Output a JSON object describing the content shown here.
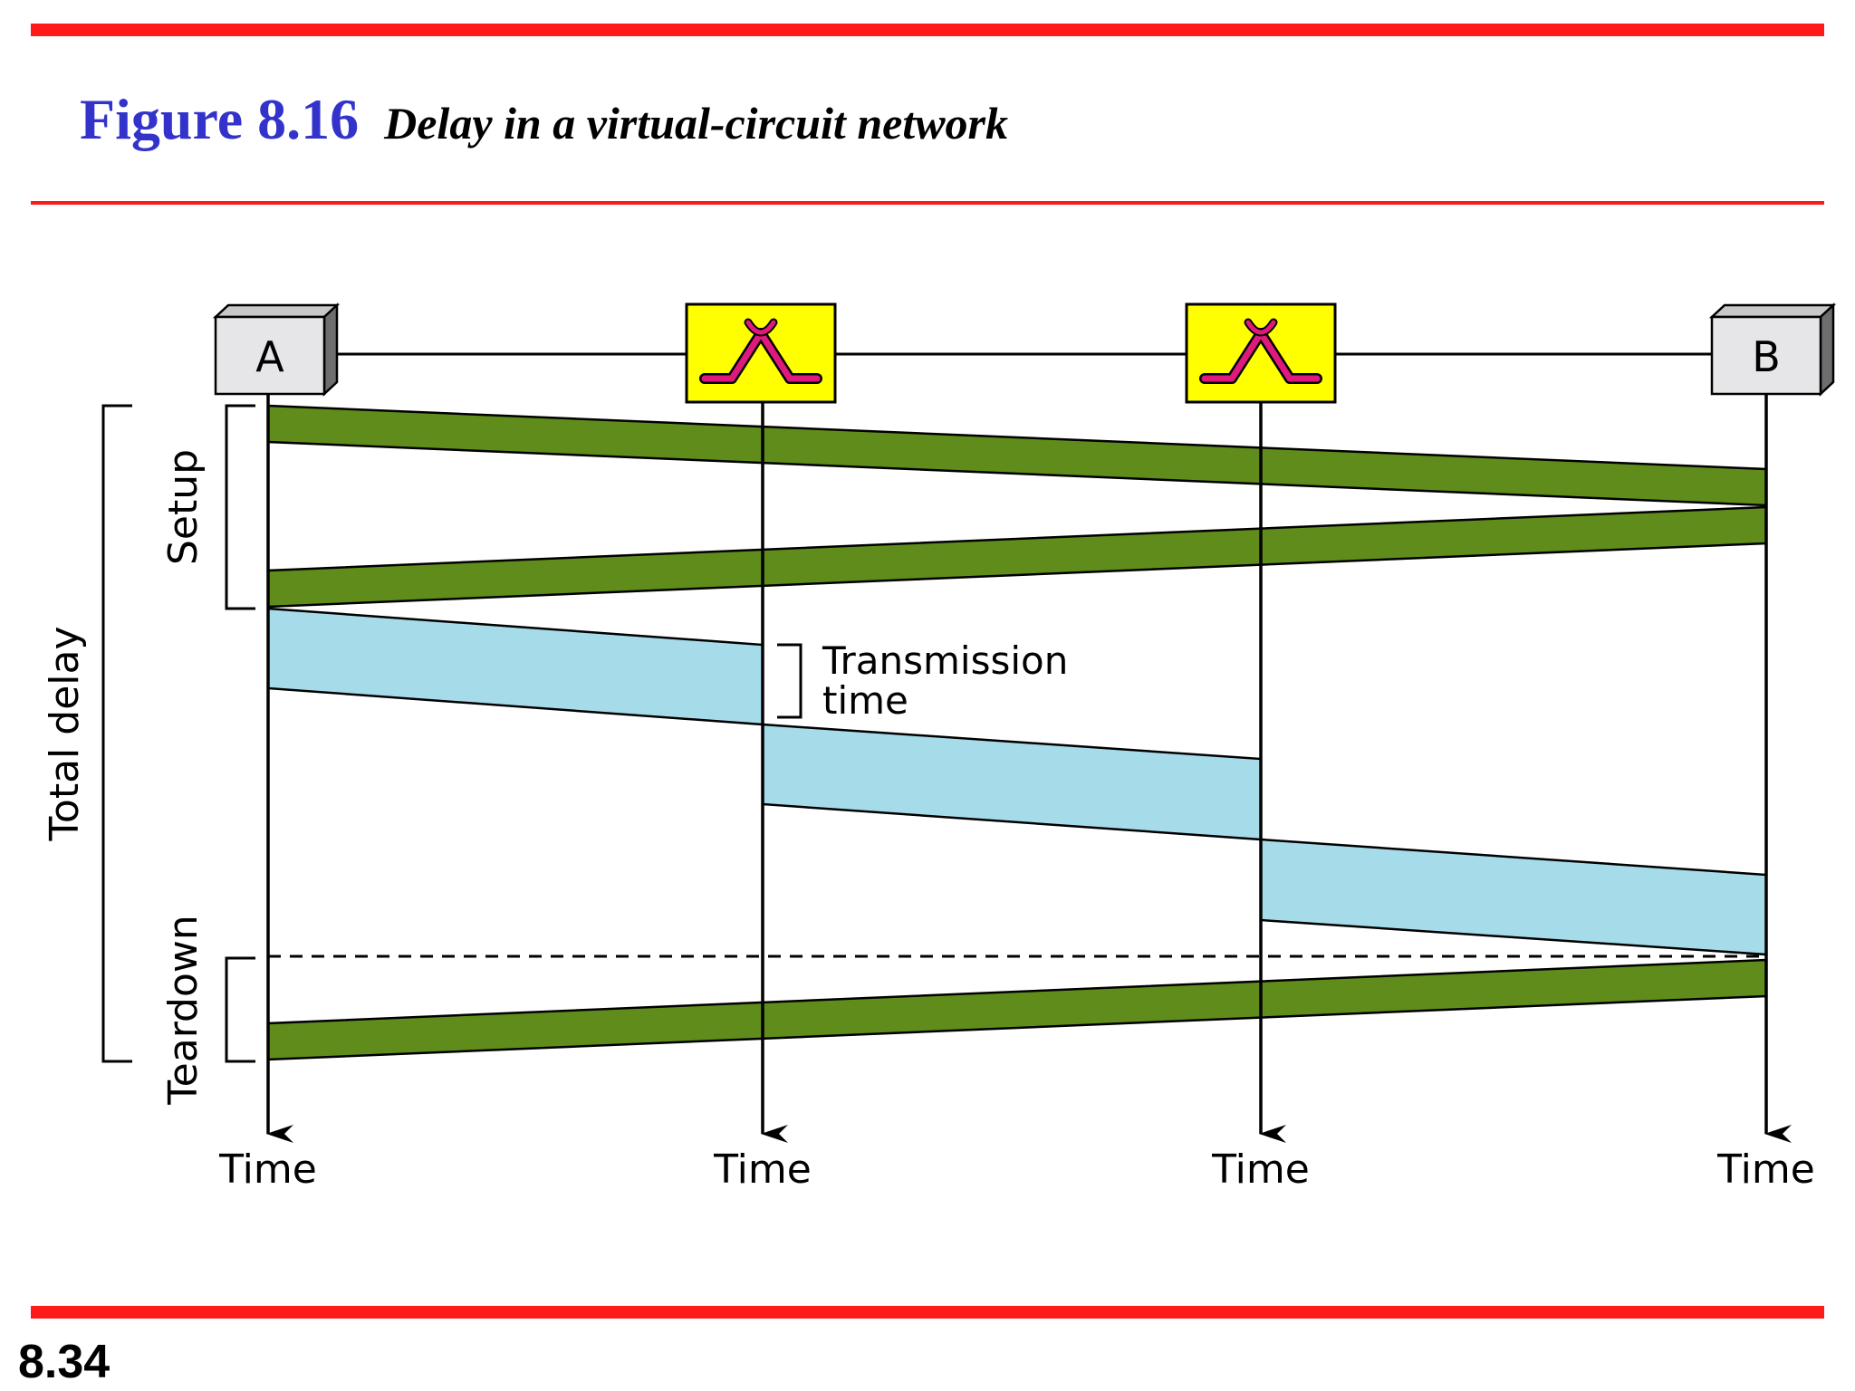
{
  "title": {
    "figure": "Figure 8.16",
    "caption": "Delay in a virtual-circuit network"
  },
  "nodes": {
    "a_label": "A",
    "b_label": "B",
    "switch_icon": "switch-icon"
  },
  "axis": {
    "time_label": "Time"
  },
  "brackets": {
    "total_delay": "Total delay",
    "setup": "Setup",
    "teardown": "Teardown",
    "transmission_line1": "Transmission",
    "transmission_line2": "time"
  },
  "colors": {
    "rule": "#ff1a1a",
    "figure_label": "#3333cc",
    "control_frame": "#5f8c1a",
    "data_frame": "#a6dbe9",
    "switch_fill": "#ffff00",
    "switch_symbol": "#e0197d"
  },
  "page_number": "8.34"
}
